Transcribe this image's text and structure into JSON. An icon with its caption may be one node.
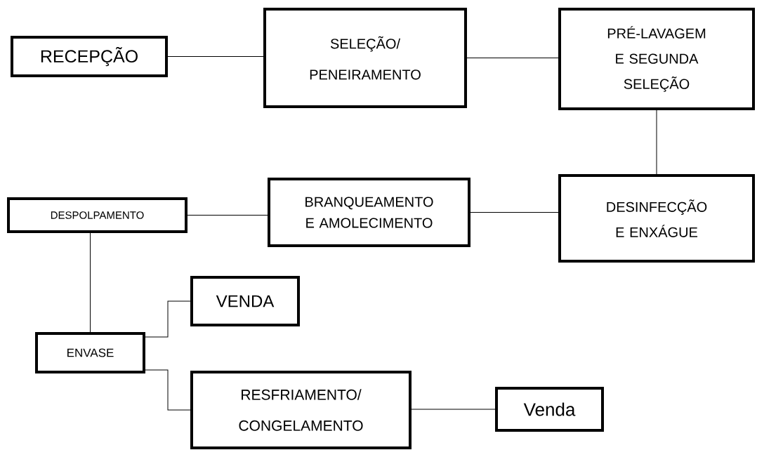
{
  "diagram": {
    "nodes": [
      {
        "text": [
          "RECEPÇÃO"
        ]
      },
      {
        "text": [
          "SELEÇÃO/ PENEIRAMENTO"
        ]
      },
      {
        "text": [
          "PRÉ-LAVAGEM E SEGUNDA SELEÇÃO"
        ]
      },
      {
        "text": [
          "DESINFECÇÃO E ENXÁGUE"
        ]
      },
      {
        "text": [
          "BRANQUEAMENTO E AMOLECIMENTO"
        ]
      },
      {
        "text": [
          "DESPOLPAMENTO"
        ]
      },
      {
        "text": [
          "ENVASE"
        ]
      },
      {
        "text": [
          "VENDA"
        ]
      },
      {
        "text": [
          "RESFRIAMENTO/ CONGELAMENTO"
        ]
      },
      {
        "text": [
          "Venda"
        ]
      }
    ],
    "edges": [
      {
        "from": 0,
        "to": 1,
        "arrow": "none"
      },
      {
        "from": 1,
        "to": 2,
        "arrow": "none"
      },
      {
        "from": 2,
        "to": 3,
        "arrow": "none"
      },
      {
        "from": 3,
        "to": 4,
        "arrow": "none"
      },
      {
        "from": 4,
        "to": 5,
        "arrow": "none"
      },
      {
        "from": 5,
        "to": 6,
        "arrow": "none"
      },
      {
        "from": 6,
        "to": 7,
        "arrow": "none"
      },
      {
        "from": 6,
        "to": 8,
        "arrow": "none"
      },
      {
        "from": 8,
        "to": 9,
        "arrow": "none"
      }
    ]
  }
}
